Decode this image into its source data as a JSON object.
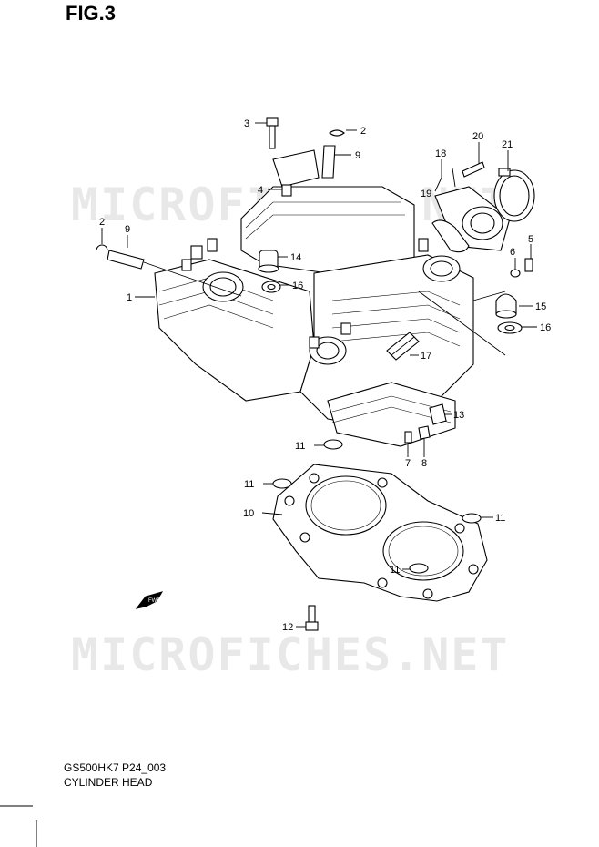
{
  "figure_title": "FIG.3",
  "watermark": "MICROFICHES.NET",
  "footer": {
    "code": "GS500HK7 P24_003",
    "name": "CYLINDER HEAD"
  },
  "arrow_label": "FWD",
  "callouts": [
    {
      "id": "c1",
      "text": "1"
    },
    {
      "id": "c2a",
      "text": "2"
    },
    {
      "id": "c2b",
      "text": "2"
    },
    {
      "id": "c3",
      "text": "3"
    },
    {
      "id": "c4",
      "text": "4"
    },
    {
      "id": "c5",
      "text": "5"
    },
    {
      "id": "c6",
      "text": "6"
    },
    {
      "id": "c7",
      "text": "7"
    },
    {
      "id": "c8",
      "text": "8"
    },
    {
      "id": "c9a",
      "text": "9"
    },
    {
      "id": "c9b",
      "text": "9"
    },
    {
      "id": "c10",
      "text": "10"
    },
    {
      "id": "c11a",
      "text": "11"
    },
    {
      "id": "c11b",
      "text": "11"
    },
    {
      "id": "c11c",
      "text": "11"
    },
    {
      "id": "c11d",
      "text": "11"
    },
    {
      "id": "c12",
      "text": "12"
    },
    {
      "id": "c13",
      "text": "13"
    },
    {
      "id": "c14",
      "text": "14"
    },
    {
      "id": "c15",
      "text": "15"
    },
    {
      "id": "c16a",
      "text": "16"
    },
    {
      "id": "c16b",
      "text": "16"
    },
    {
      "id": "c17",
      "text": "17"
    },
    {
      "id": "c18",
      "text": "18"
    },
    {
      "id": "c19",
      "text": "19"
    },
    {
      "id": "c20",
      "text": "20"
    },
    {
      "id": "c21",
      "text": "21"
    }
  ]
}
